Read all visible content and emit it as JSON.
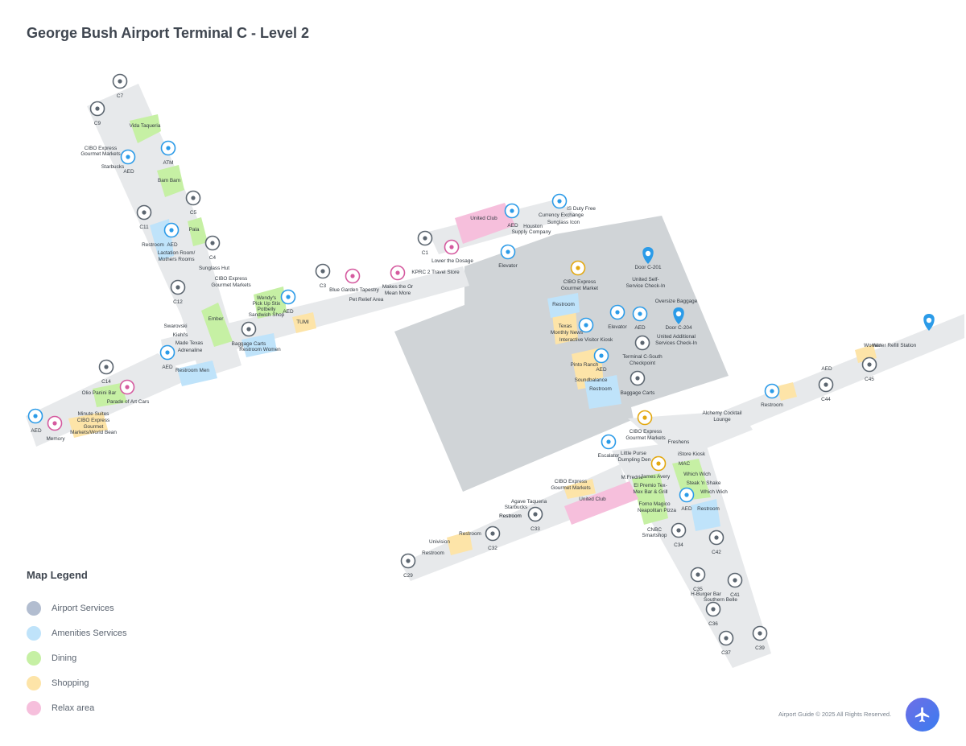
{
  "title": "George Bush Airport Terminal C -  Level 2",
  "legend": {
    "title": "Map Legend",
    "items": [
      {
        "label": "Airport Services",
        "color": "#b2bdd0"
      },
      {
        "label": "Amenities Services",
        "color": "#bfe3fa"
      },
      {
        "label": "Dining",
        "color": "#c6f0a4"
      },
      {
        "label": "Shopping",
        "color": "#fde4a8"
      },
      {
        "label": "Relax area",
        "color": "#f6bfdc"
      }
    ]
  },
  "colors": {
    "corridor": "#e7e9eb",
    "building": "#cfd3d6",
    "pin_gray": "#5c6670",
    "pin_blue": "#2b9be8",
    "pin_pink": "#d55a9f",
    "pin_gold": "#e3a80f",
    "accent": "#4c73f0"
  },
  "gates": [
    "C7",
    "C9",
    "C11",
    "C5",
    "C4",
    "C12",
    "C14",
    "C3",
    "C1",
    "C29",
    "C32",
    "C33",
    "C34",
    "C42",
    "C35",
    "C41",
    "C36",
    "C37",
    "C39",
    "C44",
    "C45"
  ],
  "labels": [
    "Vida Taqueria",
    "CIBO Express",
    "Gourmet Markets",
    "Starbucks",
    "AED",
    "ATM",
    "Bam Bam",
    "Pala",
    "Restroom",
    "AED",
    "Lactation Room/",
    "Mothers Rooms",
    "Sunglass Hut",
    "CIBO Express",
    "Gourmet Markets",
    "Wendy's",
    "Pick Up Stix",
    "Potbelly",
    "Sandwich Shop",
    "AED",
    "Ember",
    "Baggage Carts",
    "Restroom Women",
    "Swarovski",
    "Kiehl's",
    "Made Texas",
    "Adrenaline",
    "AED",
    "Restroom Men",
    "Olio Panini Bar",
    "Parade of Art Cars",
    "AED",
    "Memory",
    "Minute Suites",
    "CIBO Express",
    "Gourmet",
    "Markets/World Bean",
    "TUMI",
    "Blue Garden Tapestry",
    "Pet Relief Area",
    "Makes the Or",
    "Mean More",
    "KPRC 2 Travel Store",
    "Lower the Dosage",
    "United Club",
    "AED",
    "Houston",
    "Supply Company",
    "IS Duty Free",
    "Currency Exchange",
    "Sunglass Icon",
    "Elevator",
    "CIBO Express",
    "Gourmet Market",
    "Door C-201",
    "United Self-",
    "Service Check-In",
    "Oversize Baggage",
    "Restroom",
    "Elevator",
    "AED",
    "Door C-204",
    "Texas",
    "Monthly News",
    "Interactive Visitor Kiosk",
    "United Additional",
    "Services Check-In",
    "Terminal C-South",
    "Checkpoint",
    "AED",
    "Pinto Ranch",
    "Soundbalance",
    "Restroom",
    "Baggage Carts",
    "CIBO Express",
    "Gourmet Markets",
    "Alchemy Cocktail",
    "Lounge",
    "Freshens",
    "Escalator",
    "Little Purse",
    "Dumpling Den",
    "iStore Kiosk",
    "MAC",
    "Which Wich",
    "James Avery",
    "M.Fredric",
    "Steak 'n Shake",
    "Which Wich",
    "El Premio Tex-",
    "Mex Bar & Grill",
    "CIBO Express",
    "Gourmet Markets",
    "United Club",
    "Forno Magico",
    "Neapolitan Pizza",
    "AED",
    "Restroom",
    "Agave Taqueria",
    "Starbucks",
    "Restroom",
    "CNBC",
    "Smartshop",
    "Univision",
    "Restroom",
    "Restroom",
    "Restroom",
    "H-Burger Bar",
    "Southern Belle",
    "AED",
    "Restroom",
    "Women",
    "Water Refill Station"
  ],
  "footer": "Airport Guide © 2025 All Rights Reserved."
}
